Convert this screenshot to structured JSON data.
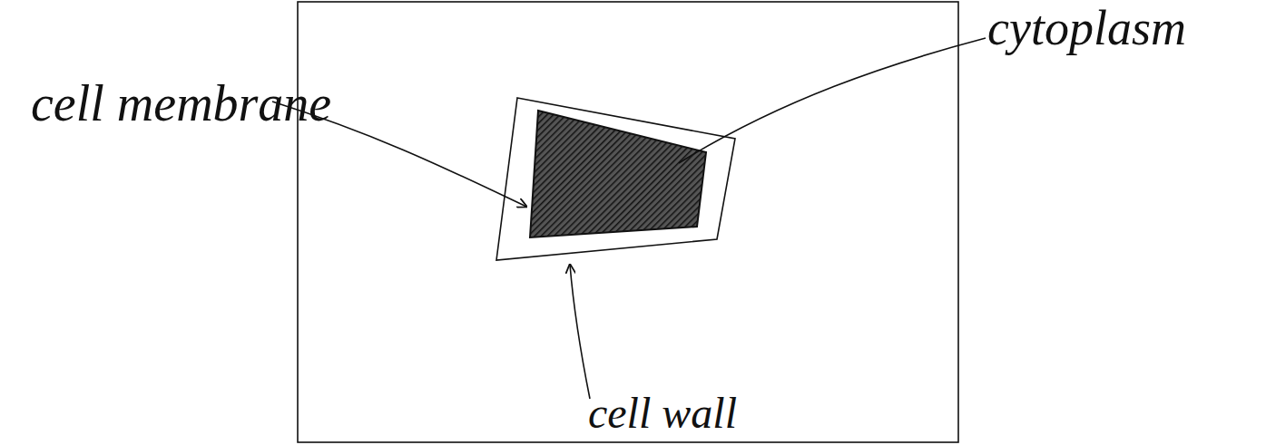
{
  "diagram": {
    "labels": [
      "cytoplasm",
      "cell membrane",
      "cell wall"
    ]
  }
}
